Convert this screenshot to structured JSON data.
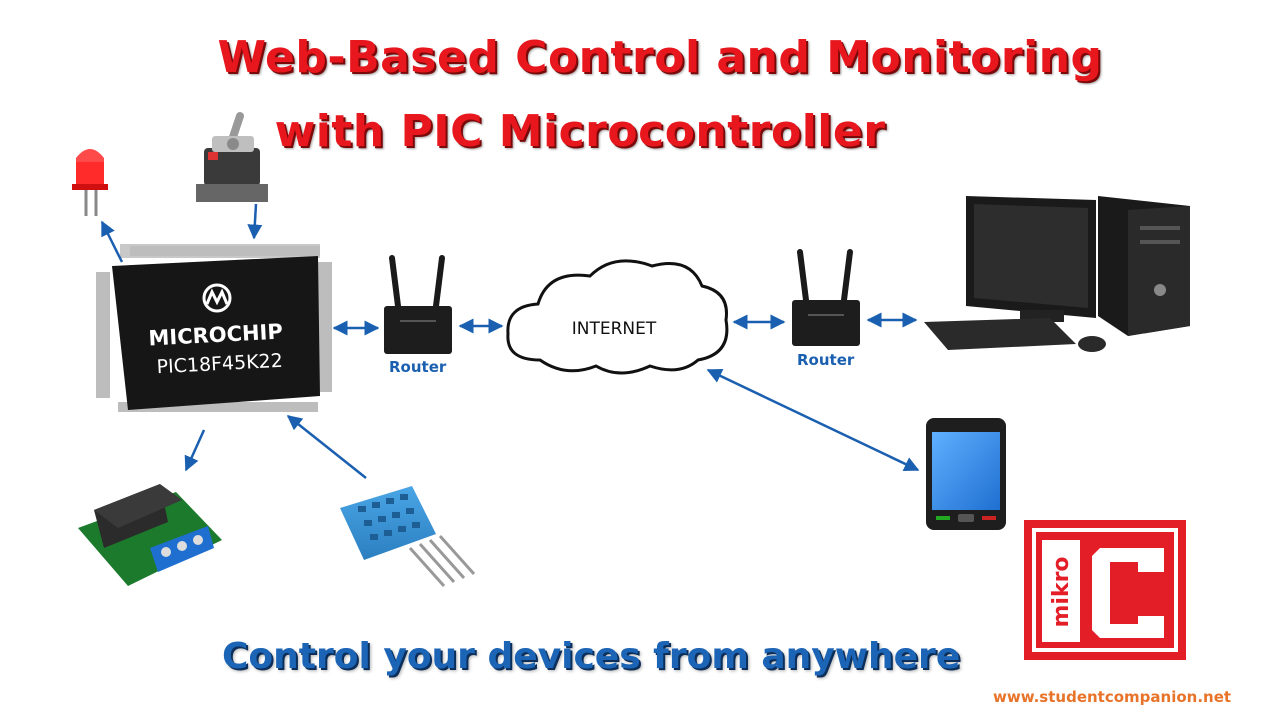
{
  "title_line1": "Web-Based Control and Monitoring",
  "title_line2": "with PIC Microcontroller",
  "chip": {
    "brand": "MICROCHIP",
    "model": "PIC18F45K22"
  },
  "router_left_label": "Router",
  "router_right_label": "Router",
  "cloud_label": "INTERNET",
  "tagline": "Control your devices from anywhere",
  "logo_text": "mikro",
  "logo_letter": "C",
  "website": "www.studentcompanion.net",
  "colors": {
    "title": "#e8161d",
    "arrow": "#1a5fb0",
    "tagline": "#1c64b5",
    "url": "#e8742a",
    "logo": "#e31e27"
  }
}
